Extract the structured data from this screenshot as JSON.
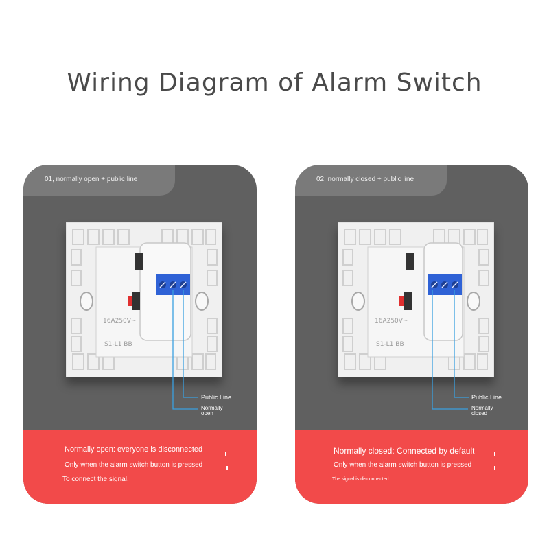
{
  "title": "Wiring Diagram of Alarm Switch",
  "colors": {
    "card_bg": "#606060",
    "tab_bg": "#7a7a7a",
    "alert_bg": "#f24a4a",
    "wire": "#3aa0e0",
    "terminal": "#2f62d6"
  },
  "cards": [
    {
      "tab_label": "01, normally open + public line",
      "wire_labels": {
        "public": "Public Line",
        "contact_1": "Normally",
        "contact_2": "open"
      },
      "panel_marks": {
        "rating": "16A250V~",
        "model": "S1-L1 BB"
      },
      "notes": [
        "Normally open: everyone is disconnected",
        "Only when the alarm switch button is pressed",
        "To connect the signal."
      ]
    },
    {
      "tab_label": "02, normally closed + public line",
      "wire_labels": {
        "public": "Public Line",
        "contact_1": "Normally",
        "contact_2": "closed"
      },
      "panel_marks": {
        "rating": "16A250V~",
        "model": "S1-L1 BB"
      },
      "notes": [
        "Normally closed: Connected by default",
        "Only when the alarm switch button is pressed",
        "The signal is disconnected."
      ]
    }
  ]
}
